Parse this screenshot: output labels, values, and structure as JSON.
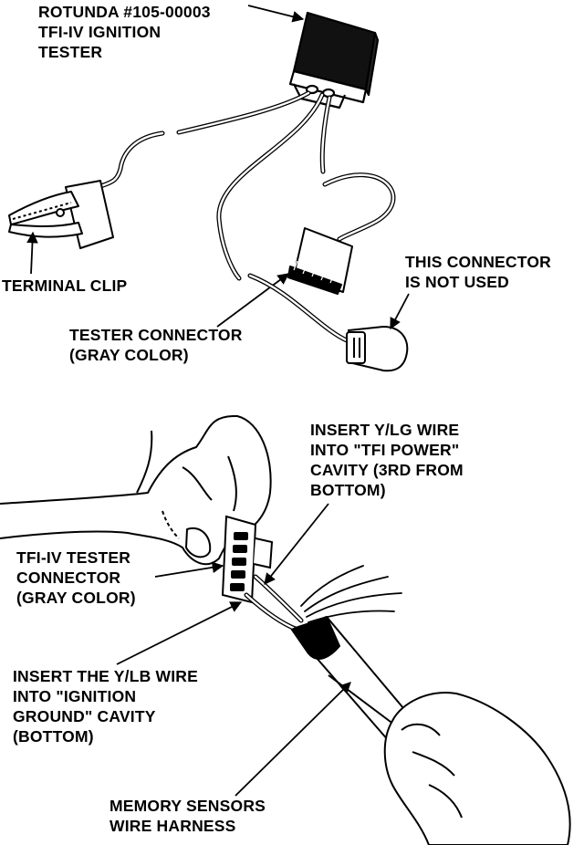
{
  "colors": {
    "ink": "#000000",
    "paper": "#ffffff"
  },
  "labels": {
    "tester_model": [
      "ROTUNDA #105-00003",
      "TFI-IV IGNITION",
      "TESTER"
    ],
    "terminal_clip": [
      "TERMINAL CLIP"
    ],
    "tester_connector": [
      "TESTER CONNECTOR",
      "(GRAY COLOR)"
    ],
    "unused_connector": [
      "THIS CONNECTOR",
      "IS NOT USED"
    ],
    "insert_ylg": [
      "INSERT Y/LG WIRE",
      "INTO \"TFI POWER\"",
      "CAVITY (3RD FROM",
      "BOTTOM)"
    ],
    "tfi_tester_connector": [
      "TFI-IV TESTER",
      "CONNECTOR",
      "(GRAY COLOR)"
    ],
    "insert_ylb": [
      "INSERT THE Y/LB WIRE",
      "INTO \"IGNITION",
      "GROUND\" CAVITY",
      "(BOTTOM)"
    ],
    "memory_harness": [
      "MEMORY SENSORS",
      "WIRE HARNESS"
    ]
  }
}
